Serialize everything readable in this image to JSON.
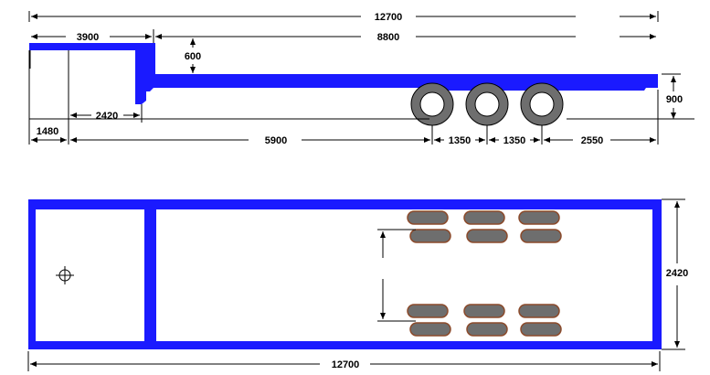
{
  "side_view": {
    "dims": {
      "overall_length": "12700",
      "gooseneck_length": "3900",
      "deck_length": "8800",
      "step_height": "600",
      "deck_height": "900",
      "kingpin_to_leg": "2420",
      "front_overhang": "1480",
      "leg_to_axle": "5900",
      "axle_spacing_1": "1350",
      "axle_spacing_2": "1350",
      "rear_overhang": "2550"
    }
  },
  "top_view": {
    "dims": {
      "overall_length": "12700",
      "overall_width": "2420"
    }
  },
  "colors": {
    "frame": "#1a1aff",
    "tire": "#6e6e6e",
    "tire_outline": "#8b4a2b"
  }
}
